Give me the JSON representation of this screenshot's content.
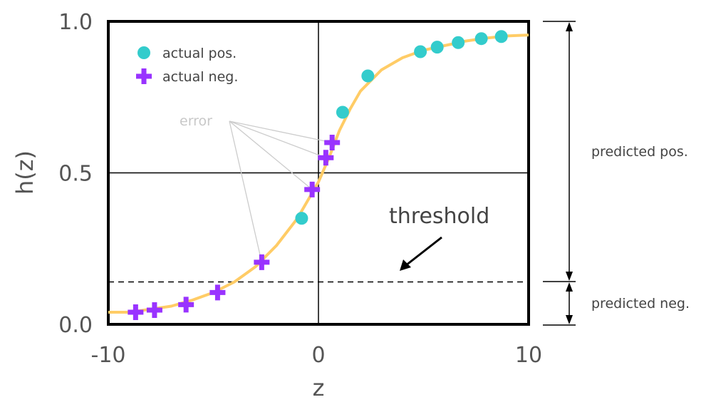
{
  "chart_data": {
    "type": "scatter",
    "xlabel": "z",
    "ylabel": "h(z)",
    "xlim": [
      -10,
      10
    ],
    "ylim": [
      0.0,
      1.0
    ],
    "x_ticks": [
      "-10",
      "0",
      "10"
    ],
    "y_ticks": [
      "0.0",
      "0.5",
      "1.0"
    ],
    "grid": false,
    "legend_position": "top-left",
    "curve": {
      "name": "h(z)",
      "color": "#ffcc66",
      "points": [
        [
          -10,
          0.04
        ],
        [
          -9,
          0.04
        ],
        [
          -8,
          0.05
        ],
        [
          -7,
          0.06
        ],
        [
          -6,
          0.08
        ],
        [
          -5,
          0.105
        ],
        [
          -4,
          0.14
        ],
        [
          -3,
          0.19
        ],
        [
          -2,
          0.26
        ],
        [
          -1.5,
          0.305
        ],
        [
          -1,
          0.35
        ],
        [
          -0.5,
          0.41
        ],
        [
          0,
          0.47
        ],
        [
          0.5,
          0.55
        ],
        [
          1,
          0.64
        ],
        [
          1.5,
          0.71
        ],
        [
          2,
          0.77
        ],
        [
          3,
          0.84
        ],
        [
          4,
          0.88
        ],
        [
          5,
          0.905
        ],
        [
          6,
          0.92
        ],
        [
          7,
          0.935
        ],
        [
          8,
          0.945
        ],
        [
          9,
          0.952
        ],
        [
          10,
          0.955
        ]
      ]
    },
    "series": [
      {
        "name": "actual pos.",
        "marker": "circle",
        "color": "#33cccc",
        "points": [
          [
            -0.8,
            0.35
          ],
          [
            1.15,
            0.7
          ],
          [
            2.35,
            0.82
          ],
          [
            4.85,
            0.9
          ],
          [
            5.65,
            0.915
          ],
          [
            6.65,
            0.93
          ],
          [
            7.75,
            0.943
          ],
          [
            8.7,
            0.95
          ]
        ]
      },
      {
        "name": "actual neg.",
        "marker": "plus",
        "color": "#9933ff",
        "points": [
          [
            -8.7,
            0.04
          ],
          [
            -7.8,
            0.047
          ],
          [
            -6.3,
            0.065
          ],
          [
            -4.8,
            0.105
          ],
          [
            -2.7,
            0.205
          ],
          [
            -0.3,
            0.445
          ],
          [
            0.35,
            0.55
          ],
          [
            0.65,
            0.6
          ]
        ]
      }
    ],
    "threshold": {
      "value": 0.14,
      "label": "threshold",
      "style": "dashed"
    },
    "annotations": {
      "error_label": "error",
      "error_targets": [
        [
          0.65,
          0.6
        ],
        [
          0.35,
          0.55
        ],
        [
          -0.3,
          0.445
        ],
        [
          -2.7,
          0.205
        ]
      ],
      "predicted_pos": "predicted pos.",
      "predicted_neg": "predicted neg."
    }
  }
}
